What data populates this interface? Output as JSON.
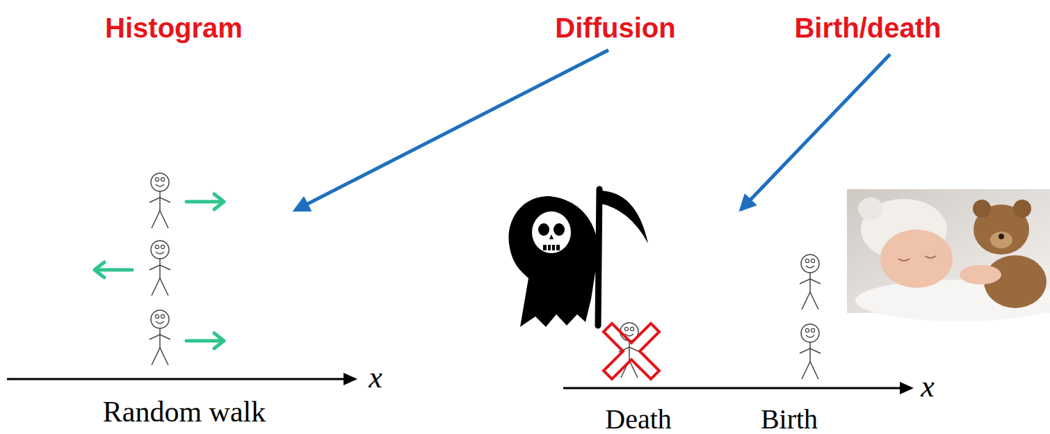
{
  "diagram": {
    "labels": [
      "Histogram",
      "Diffusion",
      "Birth/death",
      "Random walk",
      "x",
      "Death",
      "Birth",
      "x"
    ]
  }
}
